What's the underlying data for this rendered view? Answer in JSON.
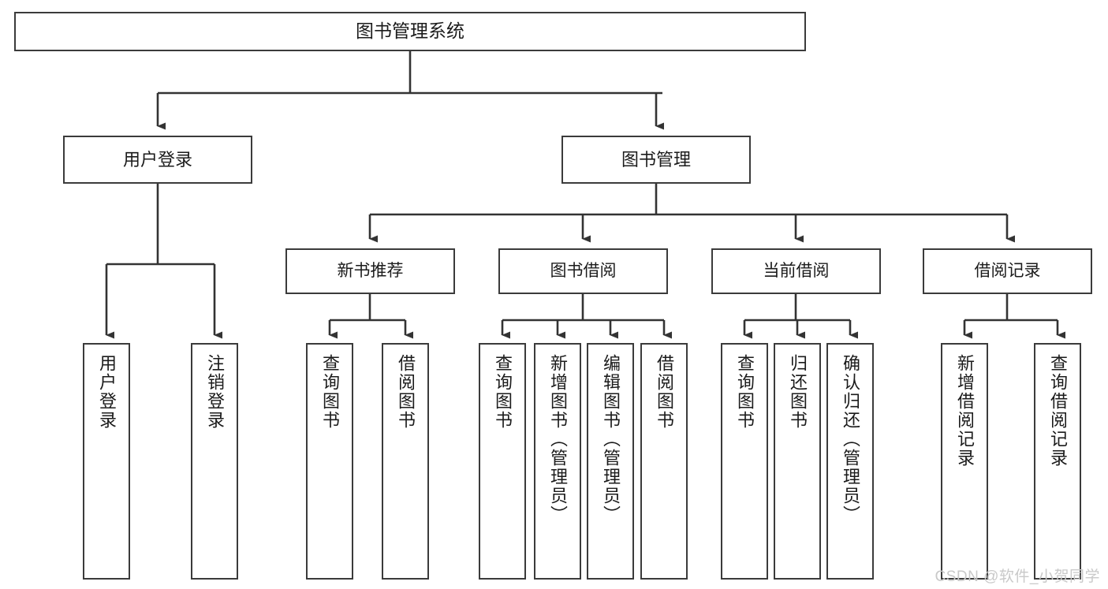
{
  "diagram": {
    "title": "图书管理系统",
    "type": "hierarchy-tree",
    "root": {
      "label": "图书管理系统"
    },
    "level1": [
      {
        "label": "用户登录"
      },
      {
        "label": "图书管理"
      }
    ],
    "level2": [
      {
        "label": "新书推荐"
      },
      {
        "label": "图书借阅"
      },
      {
        "label": "当前借阅"
      },
      {
        "label": "借阅记录"
      }
    ],
    "leaves": {
      "user_login": [
        {
          "label": "用户登录"
        },
        {
          "label": "注销登录"
        }
      ],
      "new_book_recommend": [
        {
          "label": "查询图书"
        },
        {
          "label": "借阅图书"
        }
      ],
      "book_borrow": [
        {
          "label": "查询图书"
        },
        {
          "label": "新增图书（管理员）"
        },
        {
          "label": "编辑图书（管理员）"
        },
        {
          "label": "借阅图书"
        }
      ],
      "current_borrow": [
        {
          "label": "查询图书"
        },
        {
          "label": "归还图书"
        },
        {
          "label": "确认归还（管理员）"
        }
      ],
      "borrow_record": [
        {
          "label": "新增借阅记录"
        },
        {
          "label": "查询借阅记录"
        }
      ]
    },
    "watermark": "CSDN @软件_小贺同学",
    "colors": {
      "box_border": "#3b3b3b",
      "box_fill": "#ffffff",
      "connector": "#333333",
      "text": "#1b1b1b",
      "watermark": "#c9c9c9"
    }
  }
}
